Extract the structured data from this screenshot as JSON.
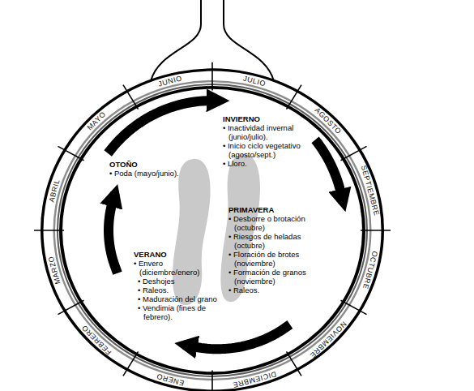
{
  "diagram": {
    "nodes": [
      {
        "text": [
          "INVIERNO",
          "• Inactividad invernal (junio/julio).",
          "• Inicio ciclo vegetativo (agosto/sept.)",
          "• Lloro."
        ]
      },
      {
        "text": [
          "PRIMAVERA",
          "• Desborre o brotación (octubre)",
          "• Riesgos de heladas (octubre)",
          "• Floración de brotes (noviembre)",
          "• Formación de granos (noviembre)",
          "• Raleos."
        ]
      },
      {
        "text": [
          "VERANO",
          "• Envero (diciembre/enero)",
          "• Deshojes",
          "• Raleos.",
          "• Maduración del grano",
          "• Vendimia (fines de febrero)."
        ]
      },
      {
        "text": [
          "OTOÑO",
          "• Poda (mayo/junio)."
        ]
      }
    ],
    "edges": [
      {
        "from": 3,
        "to": 0,
        "arrow": "to"
      },
      {
        "from": 0,
        "to": 1,
        "arrow": "to"
      },
      {
        "from": 1,
        "to": 2,
        "arrow": "to"
      },
      {
        "from": 2,
        "to": 3,
        "arrow": "to"
      }
    ],
    "labels": [
      "JUNIO",
      "JULIO",
      "AGOSTO",
      "SEPTIEMBRE",
      "OCTUBRE",
      "NOVIEMBRE",
      "DICIEMBRE",
      "ENERO",
      "FEBRERO",
      "MARZO",
      "ABRIL",
      "MAYO"
    ]
  }
}
